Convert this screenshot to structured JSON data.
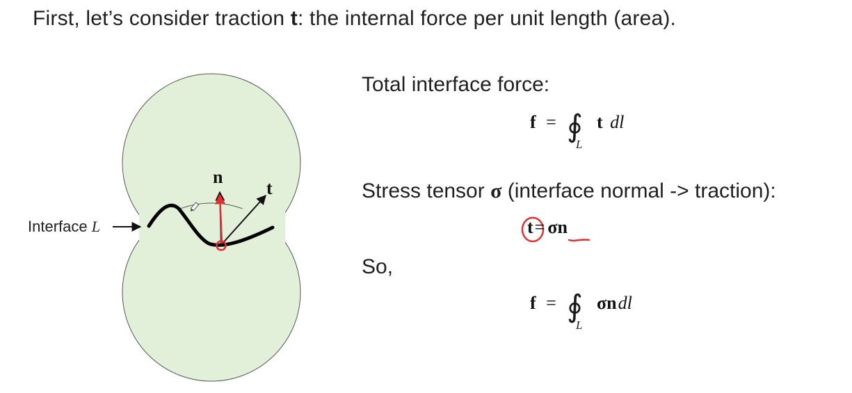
{
  "title": {
    "prefix": "First, let’s consider traction ",
    "bold": "t",
    "suffix": ": the internal force per unit length (area)."
  },
  "figure": {
    "interface_label": "Interface ",
    "interface_symbol": "L",
    "normal_label": "n",
    "traction_label": "t",
    "fill_color": "#e2efd9",
    "annotation_color": "#e03030"
  },
  "content": {
    "total_force_label": "Total interface force:",
    "eq1": {
      "lhs": "f",
      "equals": "=",
      "integrand_vec": "t",
      "differential": "dl",
      "contour": "L"
    },
    "stress_label_prefix": "Stress tensor ",
    "stress_symbol": "σ",
    "stress_label_suffix": " (interface normal -> traction):",
    "eq2": {
      "lhs": "t",
      "equals": "=",
      "rhs": "σn"
    },
    "so_label": "So,",
    "eq3": {
      "lhs": "f",
      "equals": "=",
      "integrand_vec": "σn",
      "differential": "dl",
      "contour": "L"
    }
  }
}
